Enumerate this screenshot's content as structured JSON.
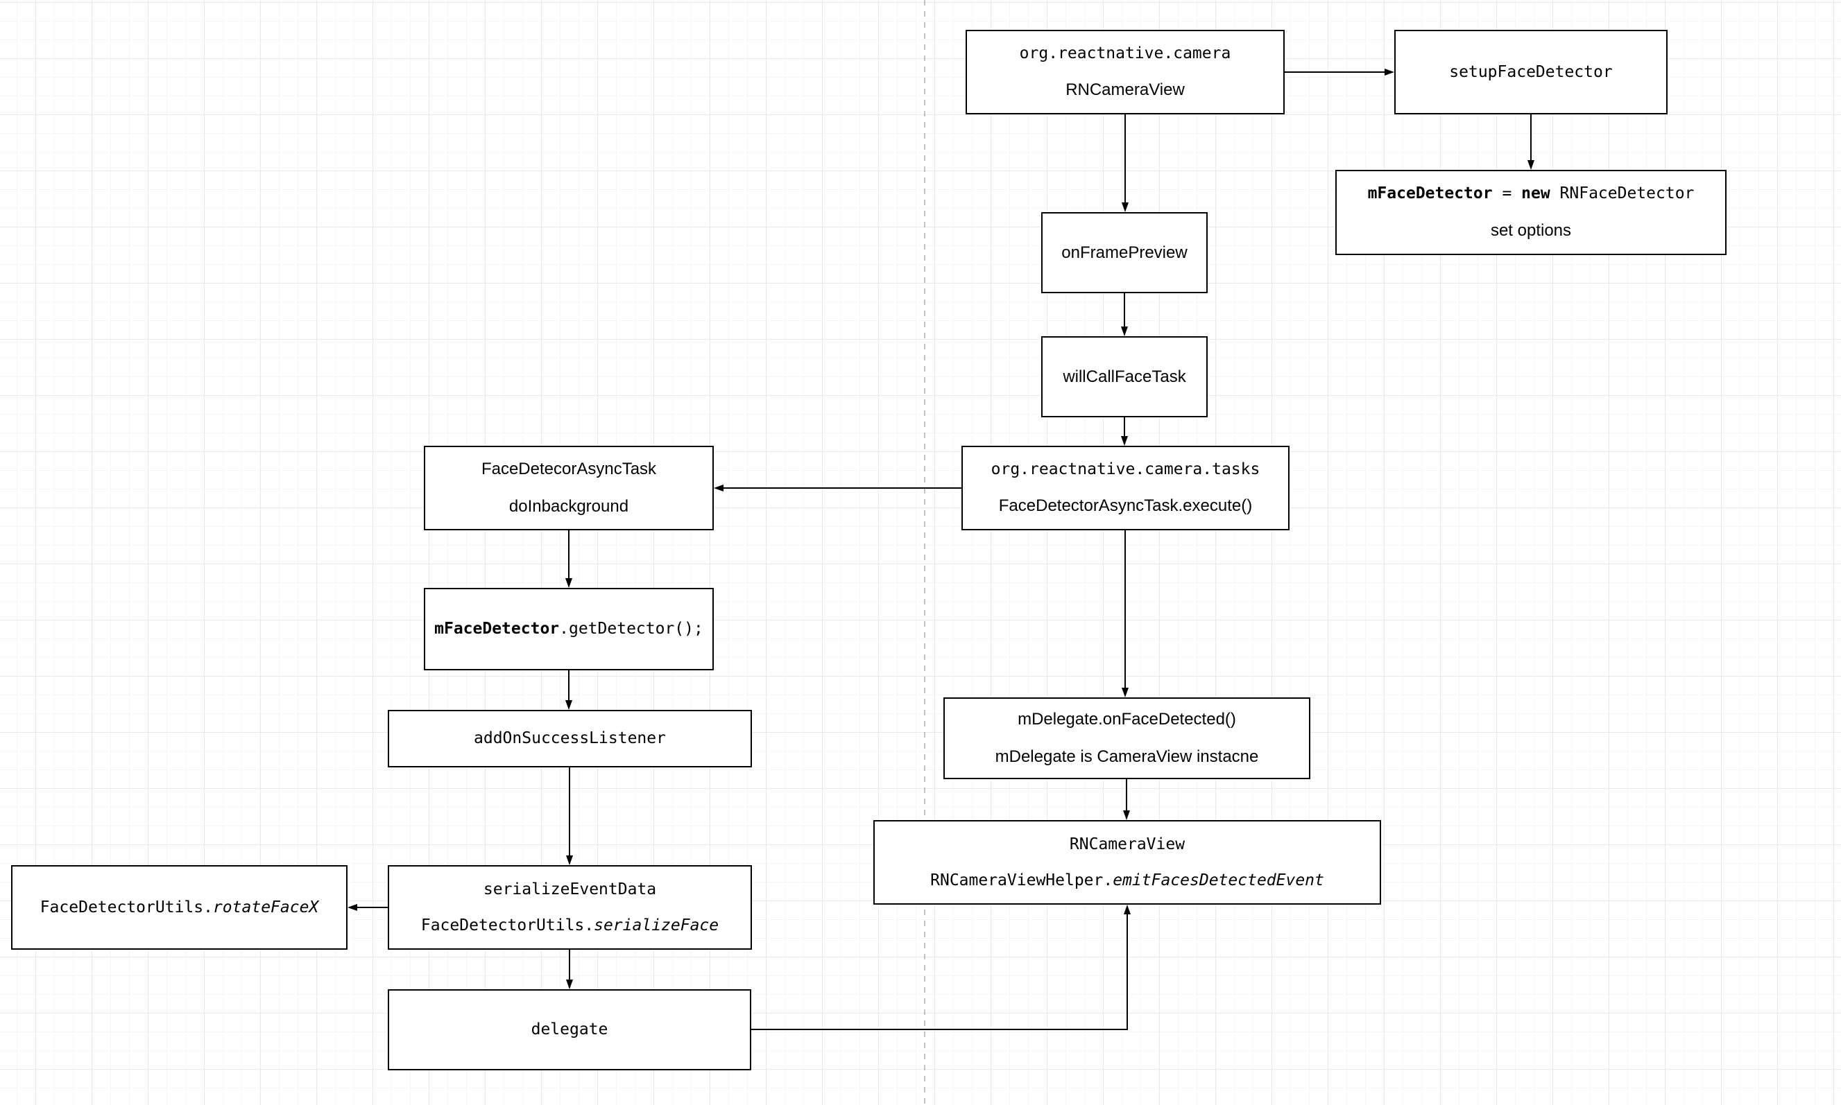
{
  "diagram": {
    "nodes": {
      "rn_camera_pkg": {
        "line1": "org.reactnative.camera",
        "line2": "RNCameraView"
      },
      "setup_face_detector": {
        "line1": "setupFaceDetector"
      },
      "new_face_detector": {
        "seg_bold1": "mFaceDetector",
        "seg_eq": " = ",
        "seg_bold2": "new",
        "seg_rest": " RNFaceDetector",
        "line2": "set options"
      },
      "on_frame_preview": {
        "line1": "onFramePreview"
      },
      "will_call_face_task": {
        "line1": "willCallFaceTask"
      },
      "camera_tasks": {
        "line1": "org.reactnative.camera.tasks",
        "line2": "FaceDetectorAsyncTask.execute()"
      },
      "face_detecor_async_task": {
        "line1": "FaceDetecorAsyncTask",
        "line2": "doInbackground"
      },
      "get_detector": {
        "seg_bold": "mFaceDetector",
        "seg_rest": ".getDetector();"
      },
      "add_on_success_listener": {
        "line1": "addOnSuccessListener"
      },
      "serialize_event_data": {
        "line1": "serializeEventData",
        "line2_prefix": "FaceDetectorUtils.",
        "line2_italic": "serializeFace"
      },
      "rotate_face": {
        "prefix": "FaceDetectorUtils.",
        "italic": "rotateFaceX"
      },
      "delegate": {
        "line1": "delegate"
      },
      "m_delegate": {
        "line1": "mDelegate.onFaceDetected()",
        "line2": "mDelegate is CameraView instacne"
      },
      "emit_event": {
        "line1": "RNCameraView",
        "line2_prefix": "RNCameraViewHelper.",
        "line2_italic": "emitFacesDetectedEvent"
      }
    },
    "colors": {
      "stroke": "#000000",
      "page_break": "#b5b5b5",
      "background": "#ffffff"
    }
  }
}
